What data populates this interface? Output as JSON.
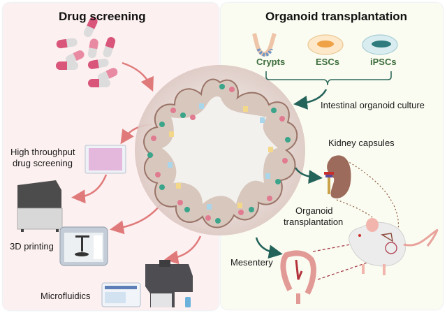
{
  "left_panel": {
    "title": "Drug screening",
    "labels": {
      "high_throughput": [
        "High throughput",
        "drug screening"
      ],
      "printing": "3D printing",
      "microfluidics": "Microfluidics"
    }
  },
  "right_panel": {
    "title": "Organoid transplantation",
    "sources": [
      "Crypts",
      "ESCs",
      "iPSCs"
    ],
    "culture_label": "Intestinal organoid culture",
    "kidney_label": "Kidney capsules",
    "transplant_label": [
      "Organoid",
      "transplantation"
    ],
    "mesentery_label": "Mesentery"
  },
  "colors": {
    "left_bg": "#fdf0f0",
    "right_bg": "#fbfcf1",
    "pink_arrow": "#e07a7a",
    "green_arrow": "#23635a",
    "label_green": "#3d6e3d",
    "pill_pink": "#d9557a",
    "pill_grey": "#dcdcdc"
  }
}
